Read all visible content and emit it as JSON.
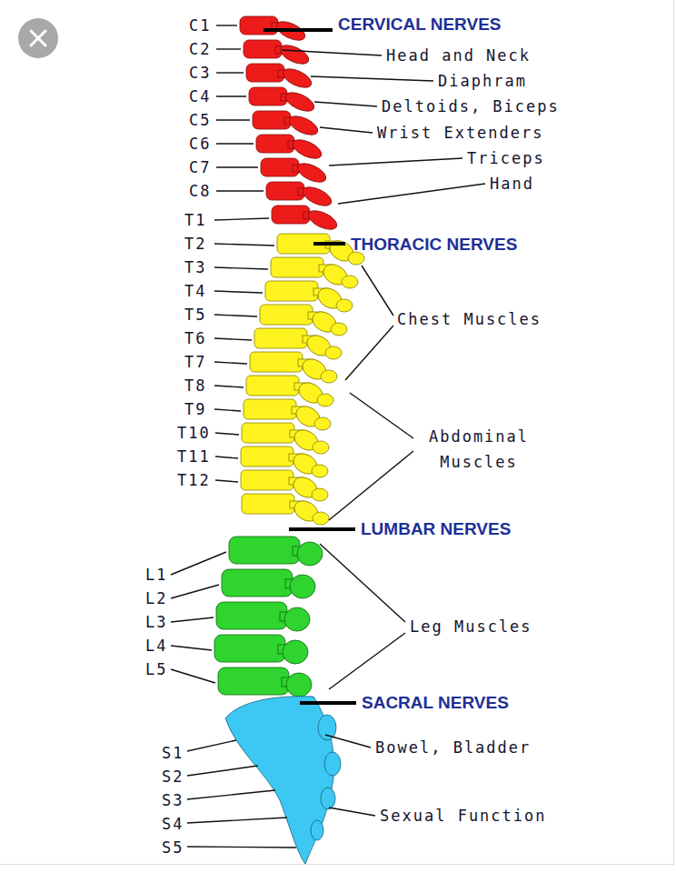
{
  "diagram": {
    "labels": [
      "C1",
      "C2",
      "C3",
      "C4",
      "C5",
      "C6",
      "C7",
      "C8",
      "T1",
      "T2",
      "T3",
      "T4",
      "T5",
      "T6",
      "T7",
      "T8",
      "T9",
      "T10",
      "T11",
      "T12",
      "L1",
      "L2",
      "L3",
      "L4",
      "L5",
      "S1",
      "S2",
      "S3",
      "S4",
      "S5",
      "CERVICAL NERVES",
      "Head and Neck",
      "Diaphram",
      "Deltoids, Biceps",
      "Wrist Extenders",
      "Triceps",
      "Hand",
      "THORACIC NERVES",
      "Chest Muscles",
      "Abdominal Muscles",
      "LUMBAR NERVES",
      "Leg Muscles",
      "SACRAL NERVES",
      "Bowel, Bladder",
      "Sexual Function"
    ]
  }
}
